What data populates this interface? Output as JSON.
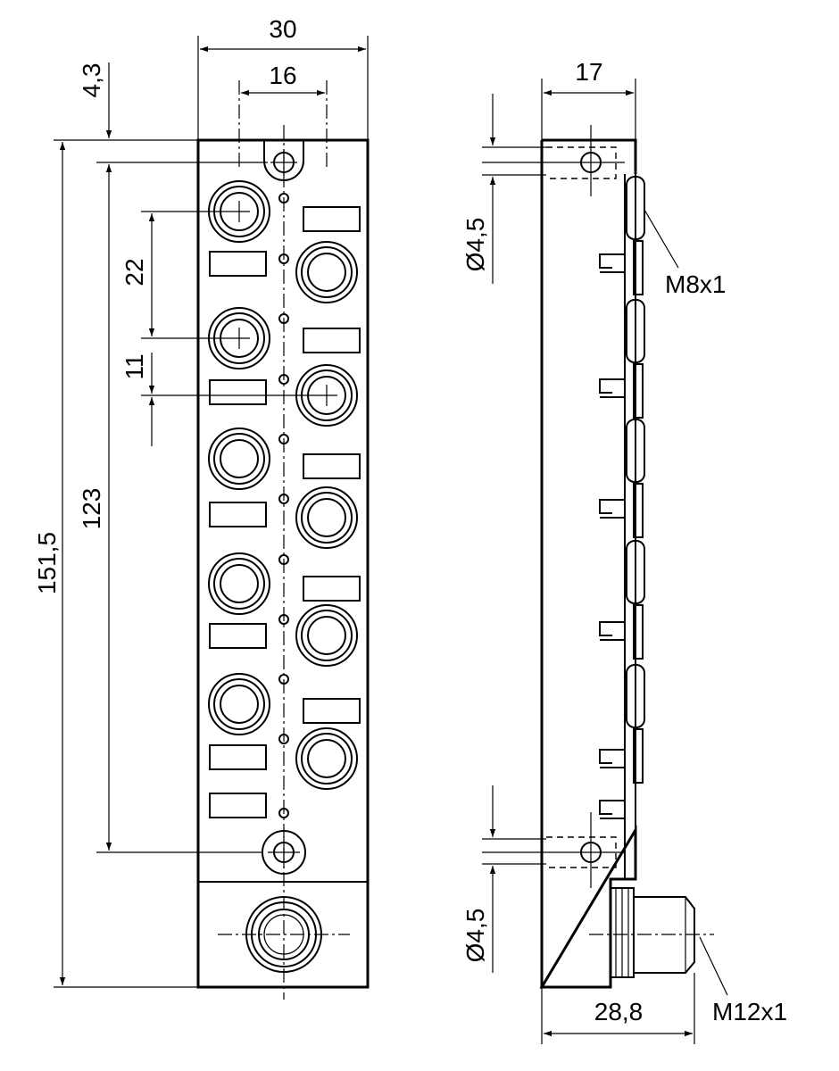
{
  "front_view": {
    "width_total": "30",
    "connector_pitch_width": "16",
    "top_offset": "4,3",
    "pitch_vertical": "22",
    "row_offset": "11",
    "mount_hole_spacing": "123",
    "total_height": "151,5"
  },
  "side_view": {
    "depth": "17",
    "hole_diameter_top": "Ø4,5",
    "hole_diameter_bottom": "Ø4,5",
    "thread_small": "M8x1",
    "thread_large": "M12x1",
    "depth_with_connector": "28,8"
  }
}
